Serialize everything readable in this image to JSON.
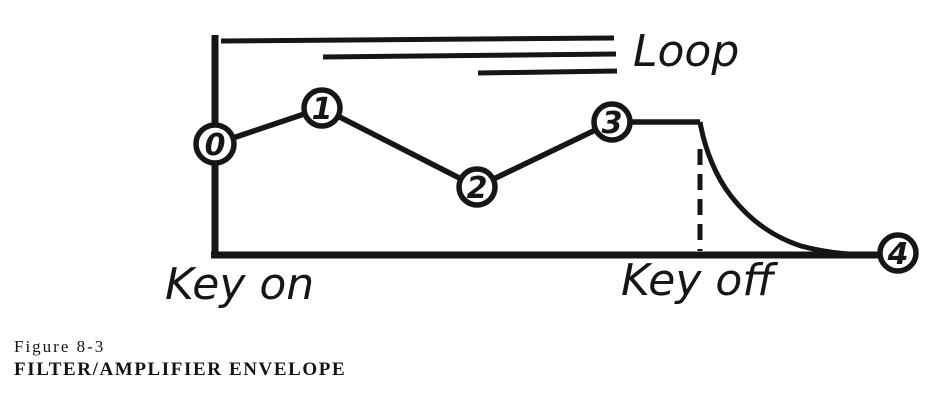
{
  "figure": {
    "ink_color": "#161616",
    "background_color": "#ffffff",
    "loop_label": "Loop",
    "key_on_label": "Key on",
    "key_off_label": "Key off",
    "points": [
      {
        "label": "0"
      },
      {
        "label": "1"
      },
      {
        "label": "2"
      },
      {
        "label": "3"
      },
      {
        "label": "4"
      }
    ]
  },
  "caption": {
    "number": "Figure 8-3",
    "title": "FILTER/AMPLIFIER ENVELOPE"
  }
}
